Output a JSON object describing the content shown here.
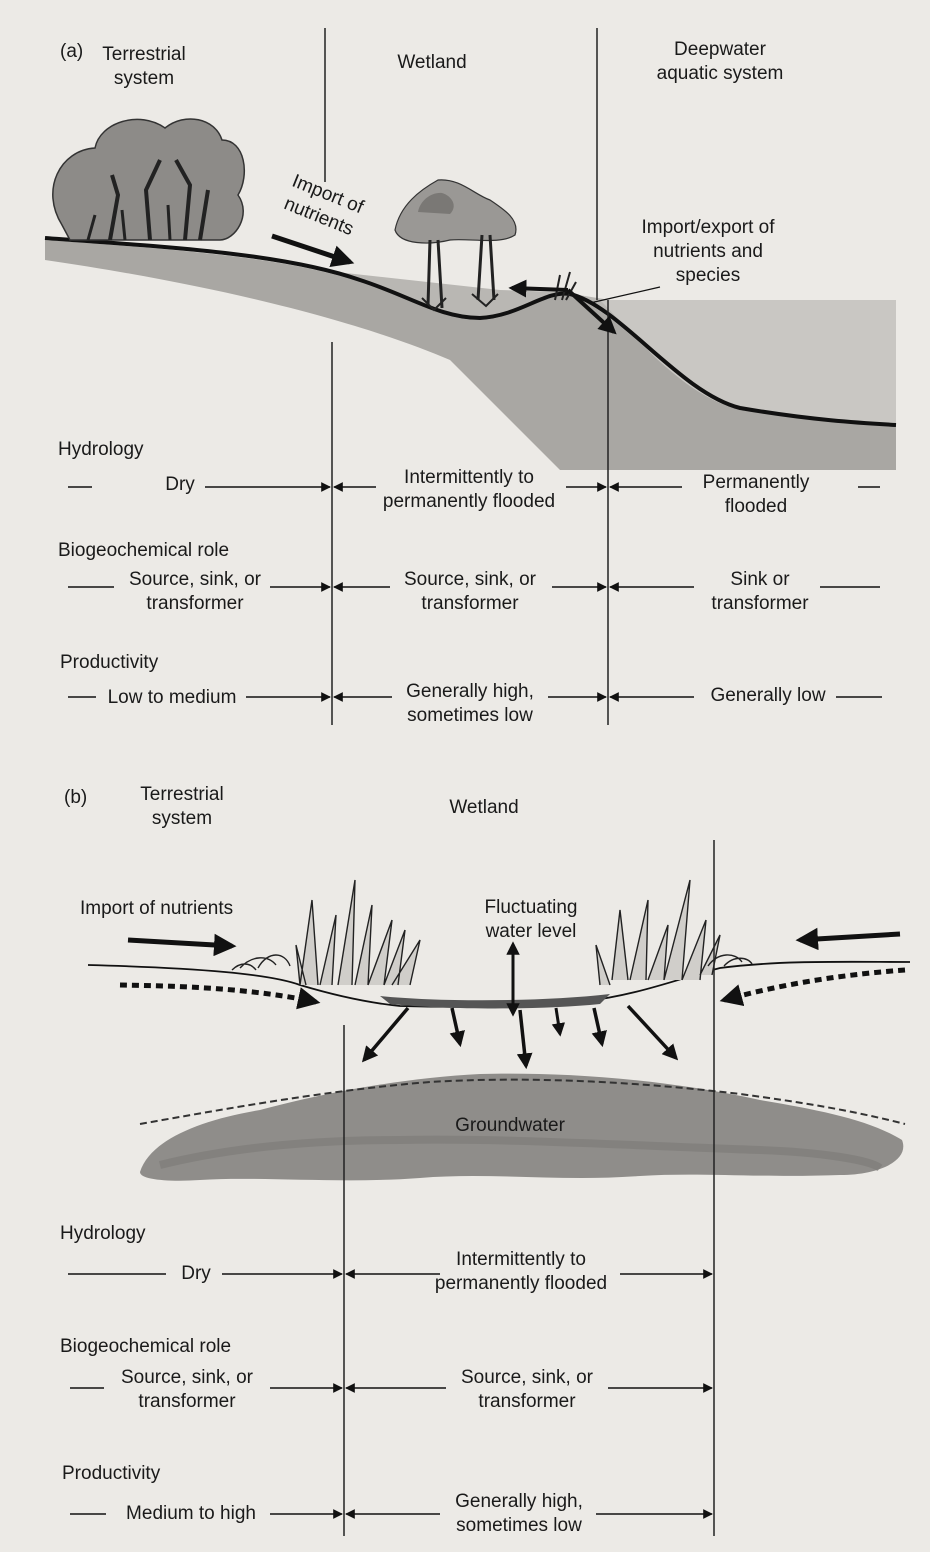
{
  "panel_a": {
    "letter": "(a)",
    "zones": {
      "terrestrial": "Terrestrial\nsystem",
      "wetland": "Wetland",
      "deepwater": "Deepwater\naquatic system"
    },
    "flows": {
      "import_nutrients": "Import of\nnutrients",
      "import_export": "Import/export of\nnutrients and\nspecies"
    },
    "rows": {
      "hydrology": {
        "heading": "Hydrology",
        "terrestrial": "Dry",
        "wetland": "Intermittently to\npermanently flooded",
        "deepwater": "Permanently\nflooded"
      },
      "biogeochemical": {
        "heading": "Biogeochemical role",
        "terrestrial": "Source, sink, or\ntransformer",
        "wetland": "Source, sink, or\ntransformer",
        "deepwater": "Sink or\ntransformer"
      },
      "productivity": {
        "heading": "Productivity",
        "terrestrial": "Low to medium",
        "wetland": "Generally high,\nsometimes low",
        "deepwater": "Generally low"
      }
    }
  },
  "panel_b": {
    "letter": "(b)",
    "zones": {
      "terrestrial": "Terrestrial\nsystem",
      "wetland": "Wetland"
    },
    "flows": {
      "import_nutrients": "Import of nutrients",
      "fluctuating": "Fluctuating\nwater level",
      "groundwater": "Groundwater"
    },
    "rows": {
      "hydrology": {
        "heading": "Hydrology",
        "terrestrial": "Dry",
        "wetland": "Intermittently to\npermanently flooded"
      },
      "biogeochemical": {
        "heading": "Biogeochemical role",
        "terrestrial": "Source, sink, or\ntransformer",
        "wetland": "Source, sink, or\ntransformer"
      },
      "productivity": {
        "heading": "Productivity",
        "terrestrial": "Medium to high",
        "wetland": "Generally high,\nsometimes low"
      }
    }
  }
}
